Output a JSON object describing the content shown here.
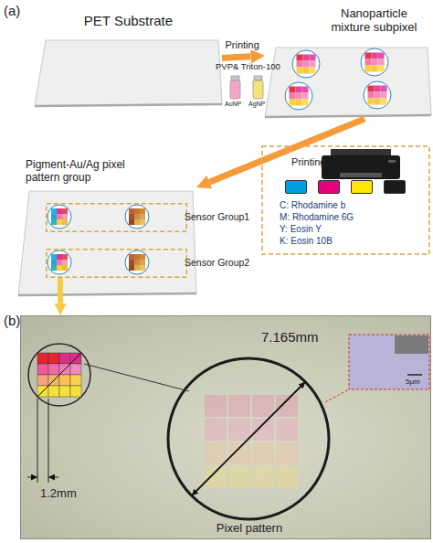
{
  "diagram": {
    "nodes": [
      {
        "text": [
          "PET Substrate"
        ]
      },
      {
        "text": [
          "Nanoparticle mixture subpixel"
        ]
      },
      {
        "text": [
          "Pigment-Au/Ag pixel pattern group"
        ]
      },
      {
        "text": [
          "Sensor Group1"
        ],
        "in": 2
      },
      {
        "text": [
          "Sensor Group2"
        ],
        "in": 2
      },
      {
        "text": [
          "Pixel pattern"
        ]
      }
    ],
    "edges": [
      {
        "from": 0,
        "to": 1,
        "label": "Printing",
        "arrow": "to"
      },
      {
        "from": 1,
        "to": 2,
        "label": "Printing",
        "arrow": "to"
      },
      {
        "from": 4,
        "to": 5,
        "arrow": "to"
      }
    ],
    "labels": [
      "(a)",
      "(b)",
      "PVP& Triton-100",
      "AuNP",
      "AgNP",
      "7.165mm",
      "1.2mm",
      "5μm"
    ],
    "legend": [
      {
        "text": "C: Rhodamine b",
        "color": "#00a0e0"
      },
      {
        "text": "M: Rhodamine 6G",
        "color": "#e6007e"
      },
      {
        "text": "Y: Eosin Y",
        "color": "#ffe600"
      },
      {
        "text": "K: Eosin 10B",
        "color": "#1a1a1a"
      }
    ]
  }
}
